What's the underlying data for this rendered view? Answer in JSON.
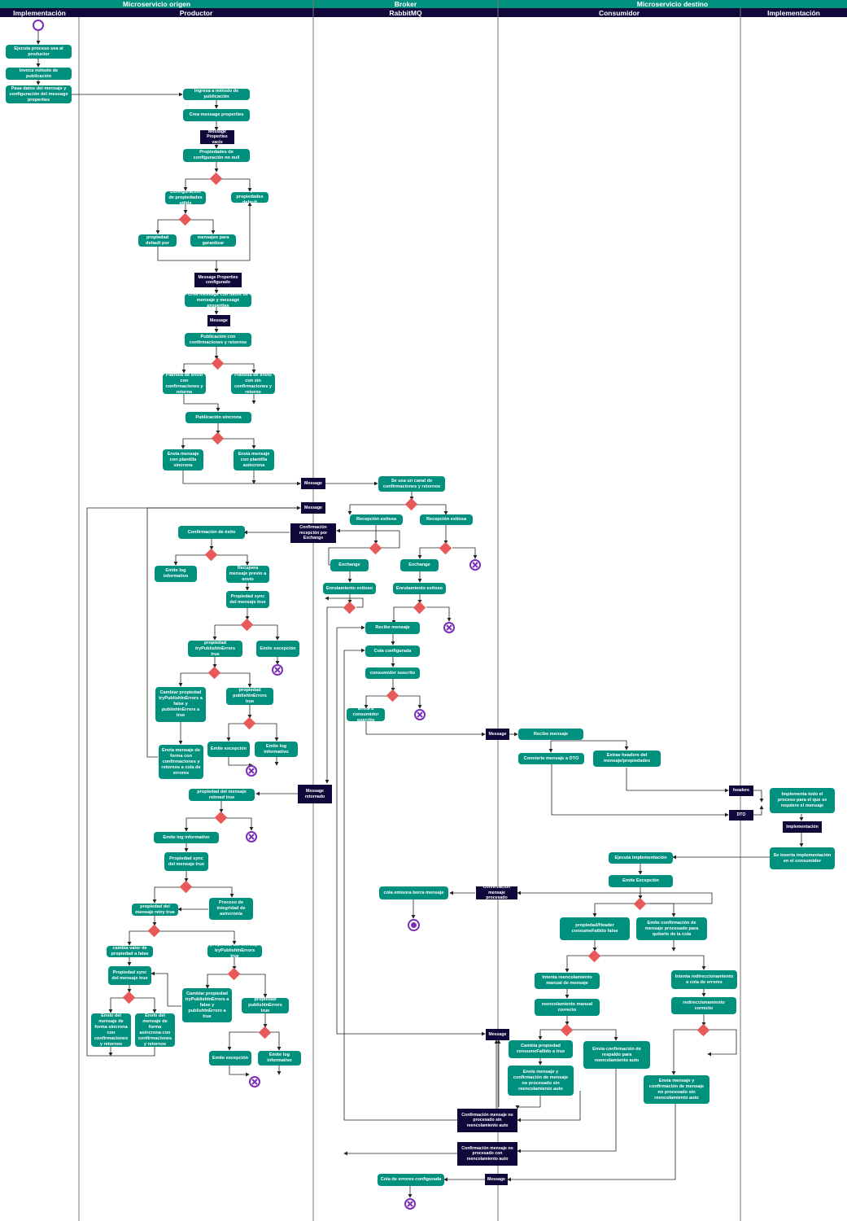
{
  "header": {
    "top": [
      "Microservicio origen",
      "Broker",
      "Microservicio destino"
    ],
    "lanes": [
      "Implementación",
      "Productor",
      "RabbitMQ",
      "Consumidor",
      "Implementación"
    ]
  },
  "colors": {
    "header_band": "#00907e",
    "lane_band": "#12073a",
    "action": "#00907e",
    "object": "#12073a",
    "decision": "#e85a5a",
    "terminal": "#7b2fb8"
  },
  "nodes": {
    "impl": [
      "Ejecuta proceso sea al productor",
      "Invoca método de publicación",
      "Pasa datos del mensaje y configuración del message properties"
    ],
    "prod_top": [
      "Ingresa a método de publicación",
      "Crea message properties",
      "Message Properties vacío",
      "Propiedades de configuración no null",
      "Configuración de propiedades utilds",
      "Deja propiedades default",
      "Reemplaza propiedad default por nuevas",
      "Reconfigura mensajes para garantizar coherencia",
      "Message Properties configurado",
      "Crea message con datos de mensaje y message properties",
      "Message",
      "Publicación con confirmaciones y retornos",
      "Plantilla de envío con confirmaciones y retorno",
      "Plantilla de envío con sin confirmaciones y retorno",
      "Publicación síncrona",
      "Envía mensaje con plantilla síncrona",
      "Envía mensaje con plantilla asíncrona"
    ],
    "prod_mid": [
      "Confirmación de éxito",
      "Emite log informativo",
      "Recupera mensaje previo a envío",
      "Propiedad sync del mensaje true",
      "propiedad tryPublishInErrors true",
      "Emite excepción",
      "Cambiar propiedad tryPublishInErrors a false y publishInErrors a true",
      "propiedad publishInErrors true",
      "Emite excepción",
      "Emite log informativo",
      "Envía mensaje de forma con confirmaciones y retornos a cola de errores"
    ],
    "prod_bot": [
      "propiedad del mensaje retrned true",
      "Emite log informativo",
      "Propiedad sync del mensaje true",
      "propiedad del mensaje retry true",
      "Proceso de integridad de asincronía",
      "cambia valor de propiedad a false",
      "propiedad del mensaje tryPublishInErrors true",
      "Propiedad sync del mensaje true",
      "Cambiar propiedad tryPublishInErrors a false y publishInErrors a true",
      "propiedad publishInErrors true",
      "Envío del mensaje de forma síncrona con confirmaciones y retornos",
      "Envío del mensaje de forma asíncrona con confirmaciones y retornos",
      "Emite excepción",
      "Emite log informativo"
    ],
    "broker": [
      "Message",
      "Se usa un canal de confirmaciones y  retornos",
      "Message",
      "Confirmación recepción por Exchange",
      "Recepción exitosa",
      "Recepción exitosa",
      "Exchange",
      "Exchange",
      "Enrutamiento exitoso",
      "Enrutamiento exitoso",
      "Recibe mensaje",
      "Cola configurada",
      "consumidor suscrito",
      "Envía a consumidor suscrito",
      "Message retornado",
      "Confirmación mensaje procesado",
      "cola emisora borra mensaje",
      "Confirmación mensaje no procesado sin reencolamiento auto",
      "Confirmación mensaje no procesado con reencolamiento auto",
      "Message",
      "Cola de errores configurada"
    ],
    "consumer": [
      "Message",
      "Recibe mensaje",
      "Convierte mensaje a DTO",
      "Extrae headers del mensaje/propiedades",
      "headers",
      "DTO",
      "Implementa todo el proceso para el que se requiere el mensaje",
      "Implementación",
      "Se inserta implementación en el consumidor",
      "Ejecuta implementación",
      "Emite Excepción",
      "propiedad/Header consumeFallido false",
      "Emite confirmación de mensaje procesado para quitarlo de la cola",
      "Intenta reencolamiento manual de mensaje",
      "Intenta redireccionamiento a cola de errores",
      "reencolamiento manual correcto",
      "redireccionamiento correcto",
      "Message",
      "Cambia propiedad consumeFallido a true",
      "Envía confirmación de respaldo para reencolamiento auto",
      "Envía mensaje y confirmación de mensaje no procesado sin reencolamiento auto",
      "Envía mensaje y confirmación de mensaje no procesado sin reencolamiento auto"
    ]
  }
}
